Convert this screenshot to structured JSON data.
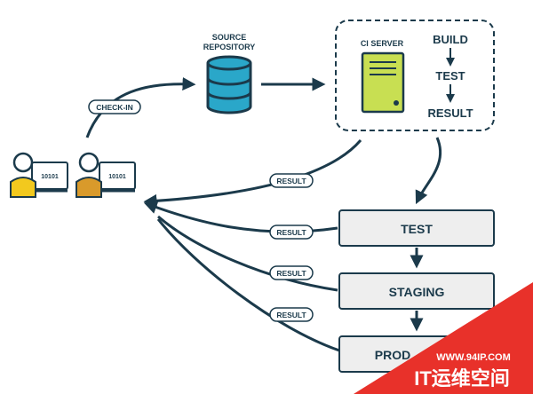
{
  "source": {
    "title_line1": "SOURCE",
    "title_line2": "REPOSITORY"
  },
  "ci_server": {
    "label": "CI SERVER",
    "steps": [
      "BUILD",
      "TEST",
      "RESULT"
    ]
  },
  "developers": [
    {
      "code": "10101"
    },
    {
      "code": "10101"
    }
  ],
  "edges": {
    "checkin": "CHECK-IN",
    "result": "RESULT"
  },
  "stages": [
    "TEST",
    "STAGING",
    "PROD"
  ],
  "watermark": {
    "url": "WWW.94IP.COM",
    "brand": "IT运维空间"
  },
  "colors": {
    "navy": "#1b3a4b",
    "teal": "#2aa7c9",
    "lime": "#c8df52",
    "red": "#e8312a",
    "gold": "#d99a2b"
  }
}
